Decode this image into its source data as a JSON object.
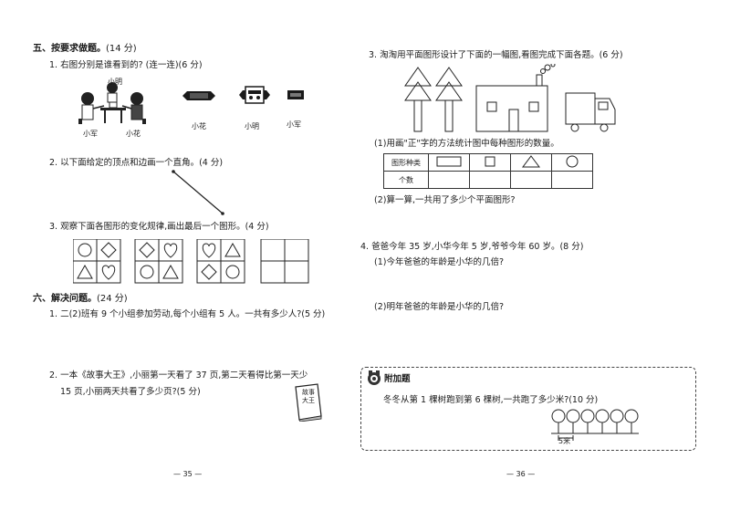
{
  "left": {
    "section5": {
      "heading": "五、按要求做题。",
      "score": "(14 分)",
      "q1": {
        "text": "1. 右图分别是谁看到的? (连一连)(6 分)",
        "figure_labels": {
          "top": "小明",
          "left": "小军",
          "right": "小花"
        },
        "views": [
          "小花",
          "小明",
          "小军"
        ]
      },
      "q2": {
        "text": "2. 以下面给定的顶点和边画一个直角。(4 分)"
      },
      "q3": {
        "text": "3. 观察下面各图形的变化规律,画出最后一个图形。(4 分)"
      }
    },
    "section6": {
      "heading": "六、解决问题。",
      "score": "(24 分)",
      "q1": {
        "text": "1. 二(2)班有 9 个小组参加劳动,每个小组有 5 人。一共有多少人?(5 分)"
      },
      "q2": {
        "line1": "2. 一本《故事大王》,小丽第一天看了 37 页,第二天看得比第一天少",
        "line2": "15 页,小丽两天共看了多少页?(5 分)",
        "book_title": "故事大王"
      }
    },
    "page_number": "— 35 —"
  },
  "right": {
    "q3": {
      "text": "3. 淘淘用平面图形设计了下面的一幅图,看图完成下面各题。(6 分)",
      "sub1": "(1)用画\"正\"字的方法统计图中每种图形的数量。",
      "table": {
        "row1_label": "图形种类",
        "row2_label": "个数"
      },
      "sub2": "(2)算一算,一共用了多少个平面图形?"
    },
    "q4": {
      "text": "4. 爸爸今年 35 岁,小华今年 5 岁,爷爷今年 60 岁。(8 分)",
      "sub1": "(1)今年爸爸的年龄是小华的几倍?",
      "sub2": "(2)明年爸爸的年龄是小华的几倍?"
    },
    "bonus": {
      "title": "附加题",
      "text": "冬冬从第 1 棵树跑到第 6 棵树,一共跑了多少米?(10 分)",
      "distance_label": "5米"
    },
    "page_number": "— 36 —"
  }
}
